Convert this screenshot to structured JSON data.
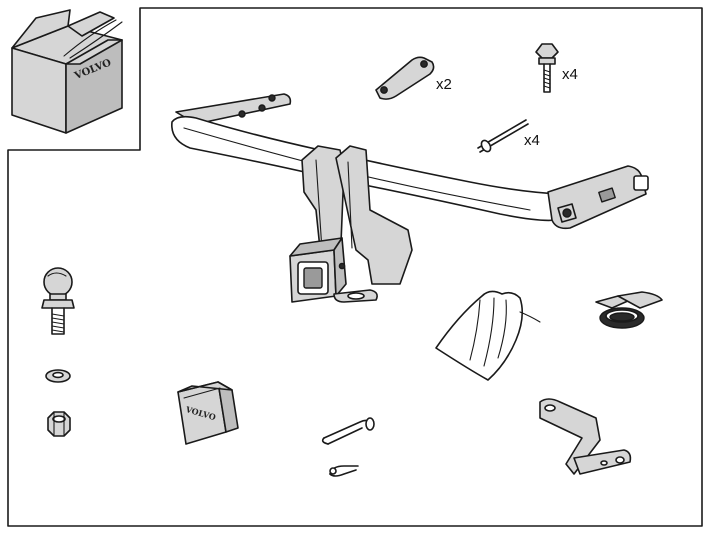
{
  "diagram": {
    "brand_box": "VOLVO",
    "brand_cover": "VOLVO",
    "qty_bracket": "x2",
    "qty_bolt": "x4",
    "qty_rivet": "x4"
  }
}
